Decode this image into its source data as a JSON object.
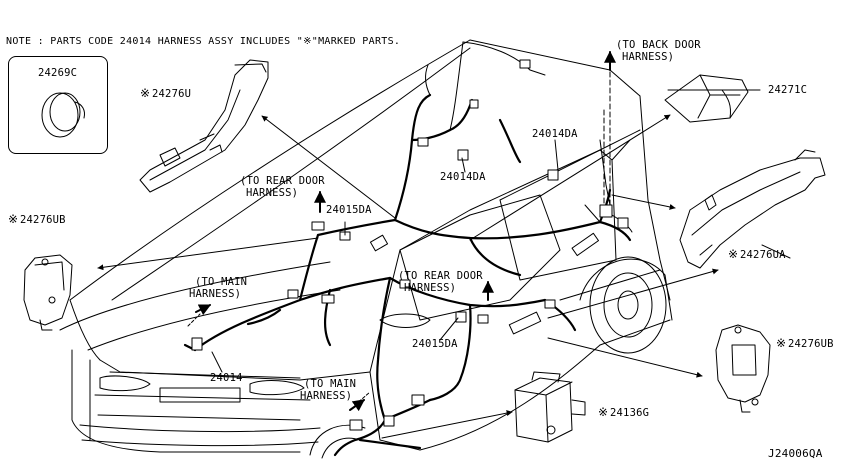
{
  "note": "NOTE : PARTS CODE 24014 HARNESS ASSY INCLUDES \"※\"MARKED PARTS.",
  "mark_symbol": "※",
  "diagram_id": "J24006QA",
  "parts": {
    "p24269C": "24269C",
    "p24276U": "24276U",
    "p24276UB_left": "24276UB",
    "p24276UB_right": "24276UB",
    "p24276UA": "24276UA",
    "p24271C": "24271C",
    "p24136G": "24136G",
    "p24014": "24014",
    "p24014DA_top": "24014DA",
    "p24014DA_mid": "24014DA",
    "p24015DA_upper": "24015DA",
    "p24015DA_lower": "24015DA"
  },
  "callouts": {
    "back_door_1": "(TO BACK DOOR",
    "back_door_2": "HARNESS)",
    "rear_door_a_1": "(TO REAR DOOR",
    "rear_door_a_2": "HARNESS)",
    "rear_door_b_1": "(TO REAR DOOR",
    "rear_door_b_2": "HARNESS)",
    "main_a_1": "(TO MAIN",
    "main_a_2": "HARNESS)",
    "main_b_1": "(TO MAIN",
    "main_b_2": "HARNESS)"
  },
  "colors": {
    "line": "#000000",
    "background": "#ffffff"
  }
}
